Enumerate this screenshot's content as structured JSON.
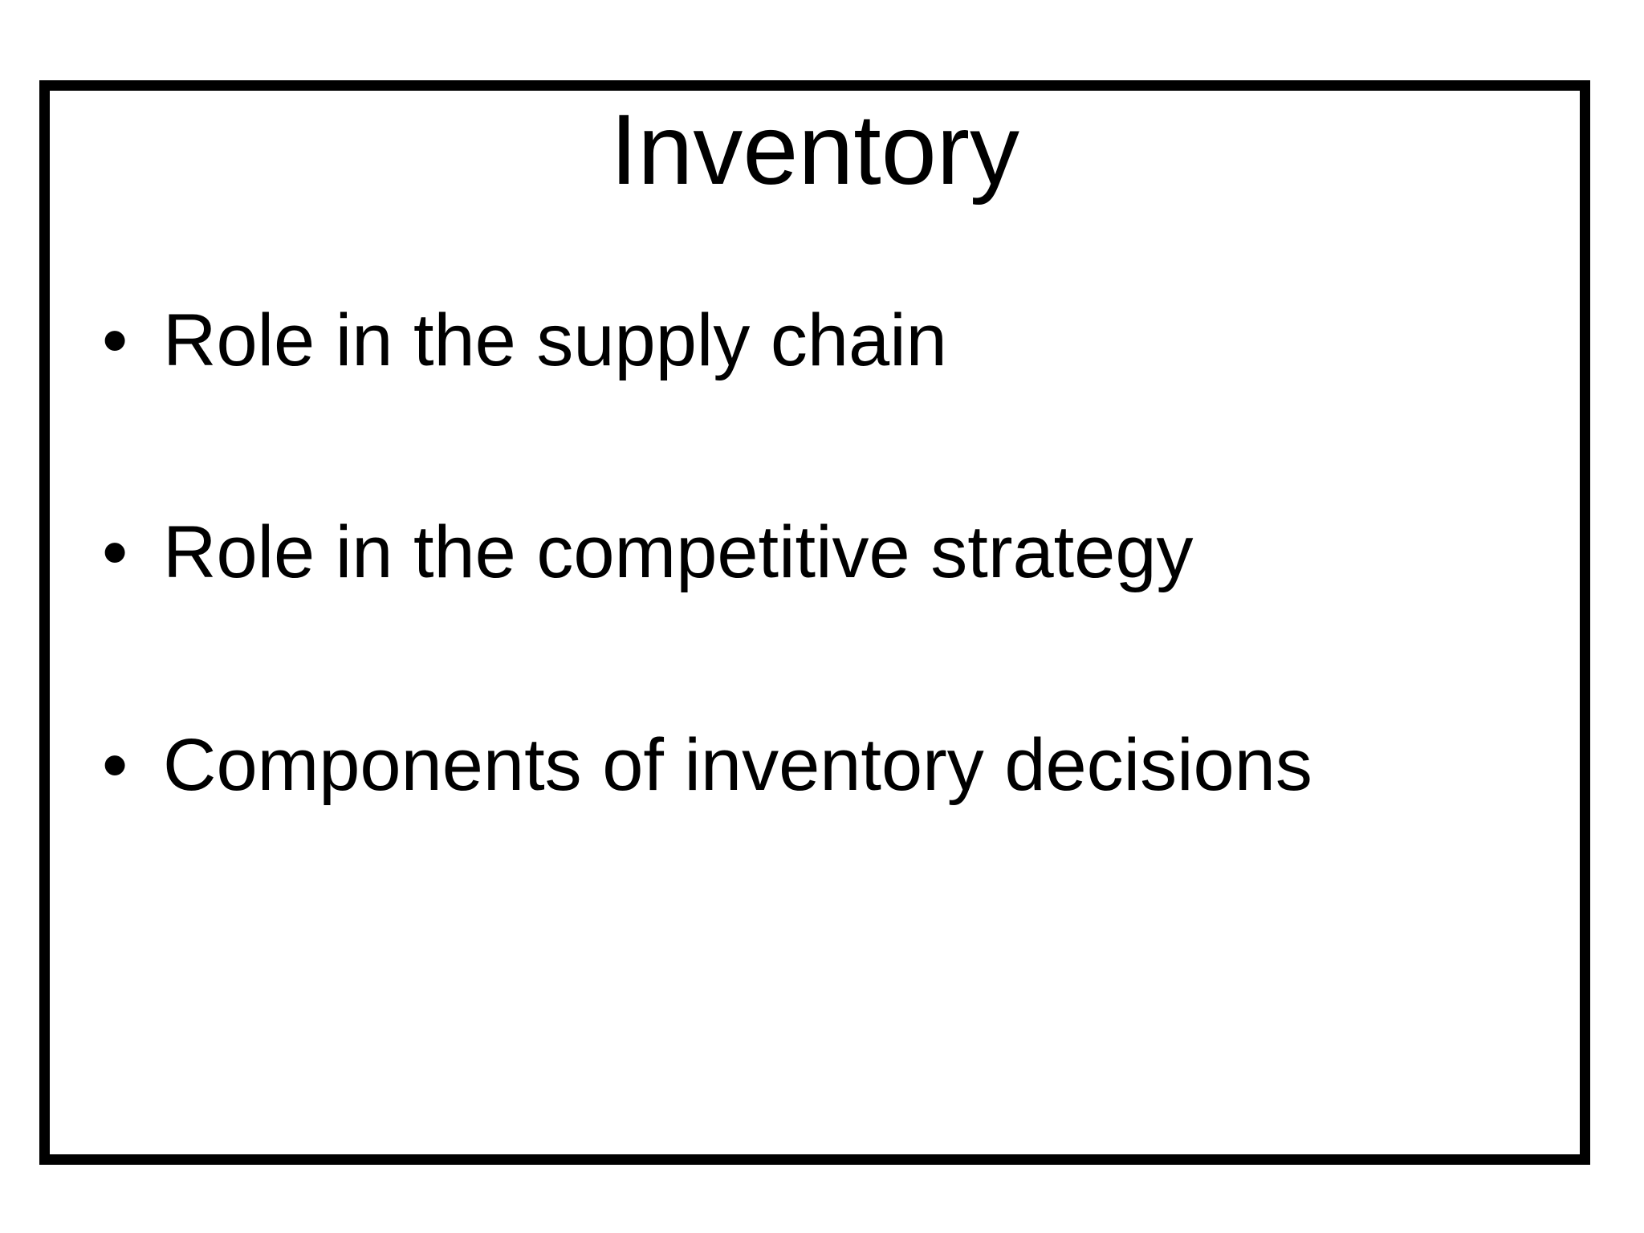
{
  "slide": {
    "title": "Inventory",
    "bullets": [
      {
        "marker": "•",
        "text": "Role in the supply chain"
      },
      {
        "marker": "•",
        "text": "Role in the competitive strategy"
      },
      {
        "marker": "•",
        "text": "Components of inventory decisions"
      }
    ],
    "colors": {
      "text": "#000000",
      "background": "#ffffff",
      "border": "#000000"
    }
  }
}
